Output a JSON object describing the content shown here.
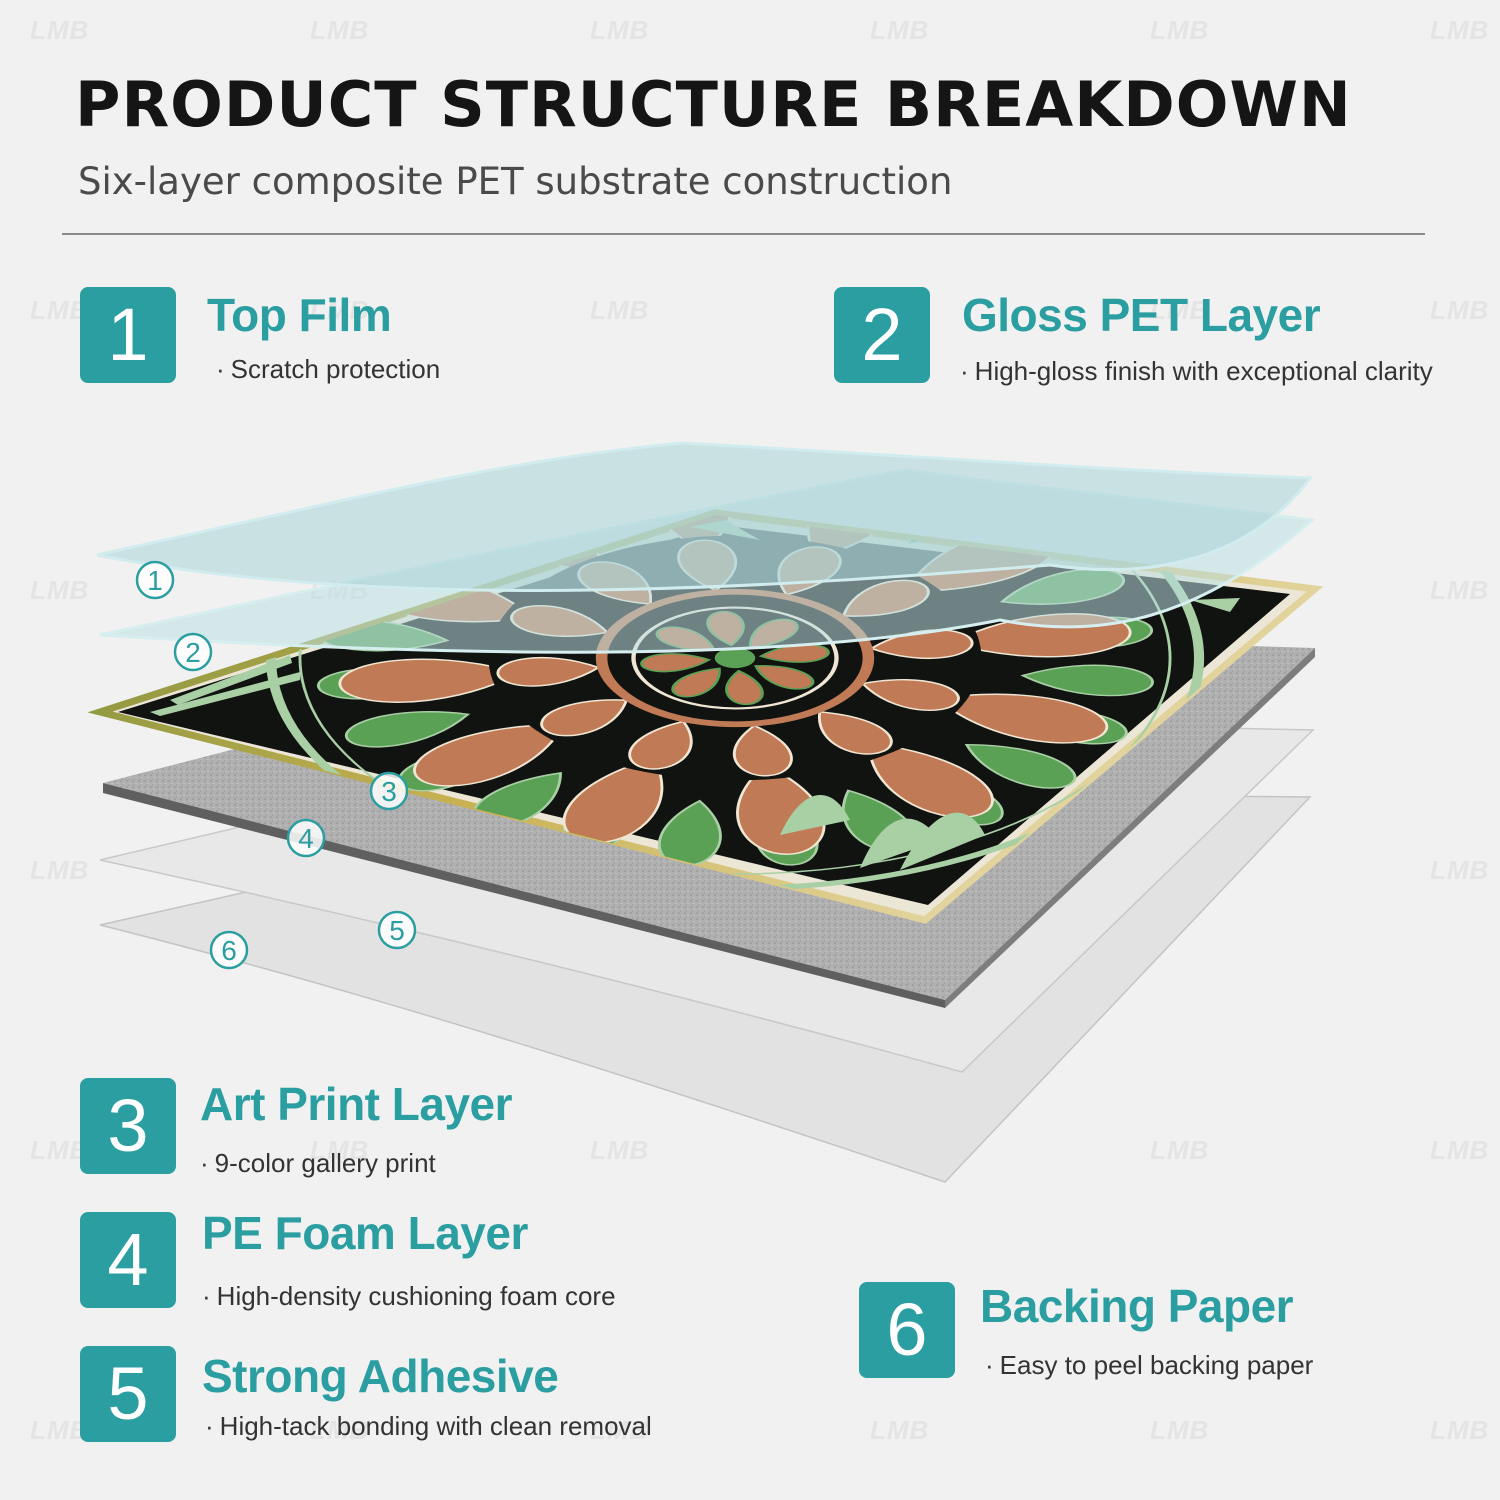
{
  "header": {
    "title": "PRODUCT STRUCTURE BREAKDOWN",
    "subtitle": "Six-layer composite PET substrate construction"
  },
  "watermark": "LMB",
  "layers": [
    {
      "number": "1",
      "name": "Top Film",
      "description": "Scratch protection"
    },
    {
      "number": "2",
      "name": "Gloss PET Layer",
      "description": "High-gloss finish with exceptional clarity"
    },
    {
      "number": "3",
      "name": "Art Print Layer",
      "description": "9-color gallery print"
    },
    {
      "number": "4",
      "name": "PE Foam Layer",
      "description": "High-density cushioning foam core"
    },
    {
      "number": "5",
      "name": "Strong Adhesive",
      "description": "High-tack bonding with clean removal"
    },
    {
      "number": "6",
      "name": "Backing Paper",
      "description": "Easy to peel backing paper"
    }
  ],
  "diagram_markers": [
    "1",
    "2",
    "3",
    "4",
    "5",
    "6"
  ],
  "colors": {
    "accent": "#2a9ea0",
    "background": "#f1f1f1",
    "print_base": "#111311",
    "print_terracotta": "#c07a55",
    "print_green": "#5aa055",
    "print_sage": "#a9cfa5",
    "foam": "#a9a9a9",
    "film": "#b9dcdf"
  }
}
